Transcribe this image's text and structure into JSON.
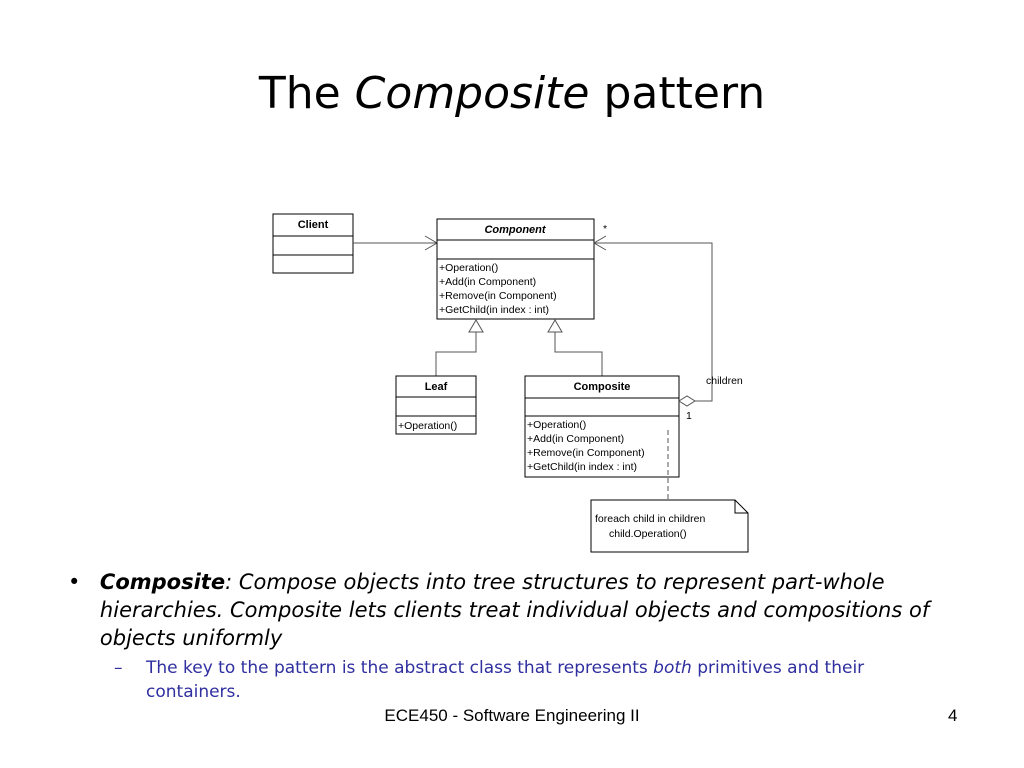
{
  "slide": {
    "title_prefix": "The",
    "title_em": "Composite",
    "title_suffix": "pattern"
  },
  "diagram": {
    "client": {
      "name": "Client"
    },
    "component": {
      "name": "Component",
      "operations": [
        "+Operation()",
        "+Add(in Component)",
        "+Remove(in Component)",
        "+GetChild(in index : int)"
      ]
    },
    "leaf": {
      "name": "Leaf",
      "operations": [
        "+Operation()"
      ]
    },
    "composite": {
      "name": "Composite",
      "operations": [
        "+Operation()",
        "+Add(in Component)",
        "+Remove(in Component)",
        "+GetChild(in index : int)"
      ]
    },
    "association": {
      "role": "children",
      "multiplicity_many": "*",
      "multiplicity_one": "1"
    },
    "note": {
      "lines": [
        "foreach child in children",
        "child.Operation()"
      ]
    }
  },
  "bullets": {
    "main_term": "Composite",
    "main_colon": ":",
    "main_text": " Compose objects into tree structures to represent part-whole hierarchies. Composite lets clients treat individual objects and compositions of objects uniformly",
    "sub_before": "The key to the pattern is the abstract class that represents ",
    "sub_em": "both",
    "sub_after": " primitives and their containers."
  },
  "footer": {
    "course": "ECE450 - Software Engineering II",
    "page": "4"
  }
}
